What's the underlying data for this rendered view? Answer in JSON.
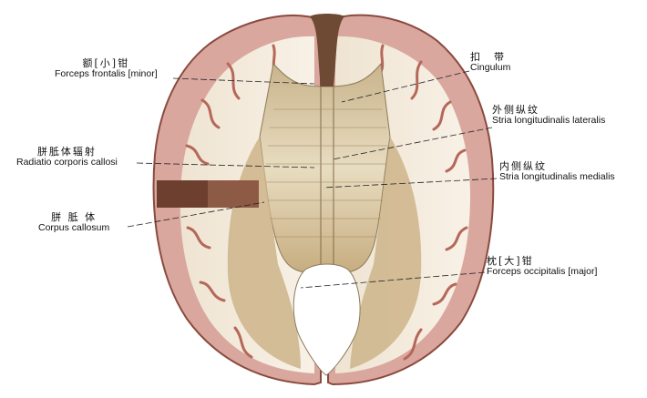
{
  "labels": {
    "forceps_frontalis": {
      "zh": "额[小]钳",
      "en": "Forceps frontalis [minor]"
    },
    "radiatio": {
      "zh": "胼胝体辐射",
      "en": "Radiatio corporis callosi"
    },
    "corpus": {
      "zh": "胼 胝 体",
      "en": "Corpus callosum"
    },
    "cingulum": {
      "zh": "扣　带",
      "en": "Cingulum"
    },
    "stria_lat": {
      "zh": "外侧纵纹",
      "en": "Stria longitudinalis lateralis"
    },
    "stria_med": {
      "zh": "内侧纵纹",
      "en": "Stria longitudinalis medialis"
    },
    "forceps_occ": {
      "zh": "枕[大]钳",
      "en": "Forceps occipitalis [major]"
    }
  }
}
